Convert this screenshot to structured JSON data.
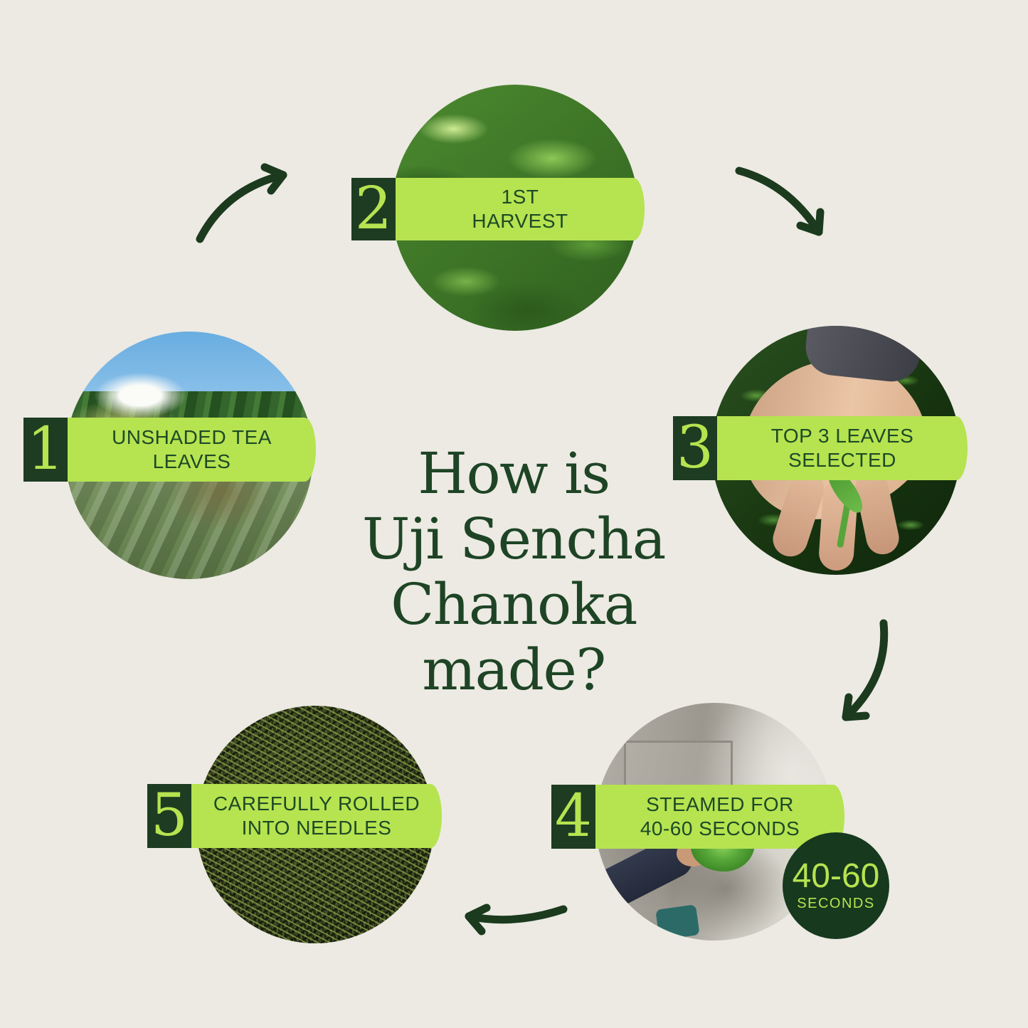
{
  "colors": {
    "background": "#ECEAE3",
    "lime": "#B6E350",
    "dark_green": "#1D3C22",
    "label_text_green": "#1D4A26",
    "title_green": "#1E4425",
    "arrow_green": "#1B3A1E",
    "badge_background": "#17391E"
  },
  "title": {
    "lines": [
      "How is",
      "Uji Sencha",
      "Chanoka",
      "made?"
    ]
  },
  "steps": [
    {
      "number": "1",
      "label_line1": "UNSHADED TEA",
      "label_line2": "LEAVES",
      "photo": "unshaded-tea-field-landscape"
    },
    {
      "number": "2",
      "label_line1": "1ST",
      "label_line2": "HARVEST",
      "photo": "freshly-harvested-tea-leaves"
    },
    {
      "number": "3",
      "label_line1": "TOP 3 LEAVES",
      "label_line2": "SELECTED",
      "photo": "hand-holding-selected-leaves"
    },
    {
      "number": "4",
      "label_line1": "STEAMED FOR",
      "label_line2": "40-60 SECONDS",
      "photo": "worker-steaming-tea-leaves"
    },
    {
      "number": "5",
      "label_line1": "CAREFULLY ROLLED",
      "label_line2": "INTO NEEDLES",
      "photo": "rolled-green-tea-needles"
    }
  ],
  "badge": {
    "value": "40-60",
    "unit": "SECONDS"
  }
}
